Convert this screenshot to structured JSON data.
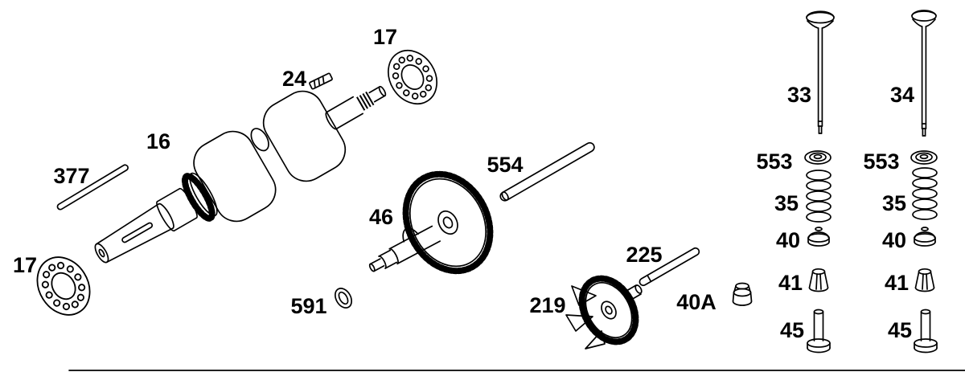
{
  "diagram": {
    "background_color": "#ffffff",
    "ink_color": "#000000",
    "labels": {
      "bearing_top": "17",
      "key": "24",
      "crankshaft": "16",
      "shaft_key": "377",
      "bearing_left": "17",
      "washer": "591",
      "camshaft": "46",
      "shaft_554": "554",
      "pin_225": "225",
      "governor_gear": "219",
      "cap_40a": "40A",
      "valve_33": "33",
      "valve_34": "34",
      "seal_left": "553",
      "seal_right": "553",
      "spring_left": "35",
      "spring_right": "35",
      "retainer_left": "40",
      "retainer_right": "40",
      "collar_left": "41",
      "collar_right": "41",
      "tappet_left": "45",
      "tappet_right": "45"
    }
  }
}
